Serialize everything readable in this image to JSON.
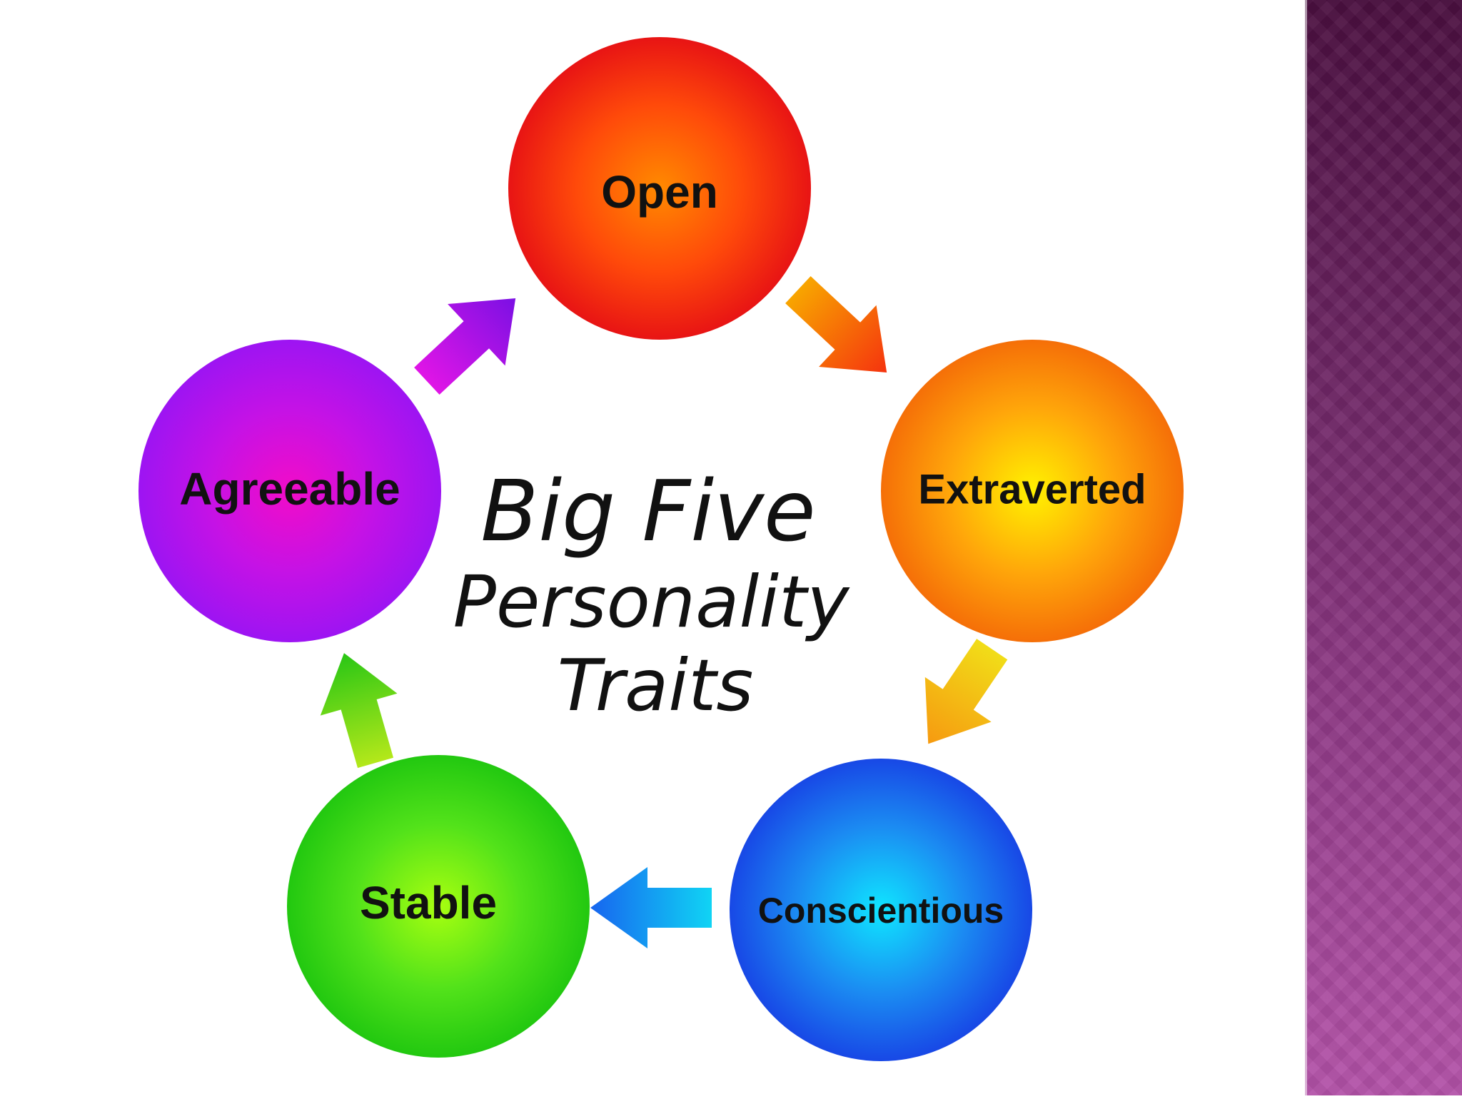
{
  "diagram": {
    "title_lines": [
      "Big Five",
      "Personality",
      "Traits"
    ],
    "traits": [
      {
        "key": "open",
        "label": "Open",
        "color": "#f22a14"
      },
      {
        "key": "extraverted",
        "label": "Extraverted",
        "color": "#fb8a12"
      },
      {
        "key": "conscientious",
        "label": "Conscientious",
        "color": "#1a63ef"
      },
      {
        "key": "stable",
        "label": "Stable",
        "color": "#2fd116"
      },
      {
        "key": "agreeable",
        "label": "Agreeable",
        "color": "#a914ef"
      }
    ],
    "cycle_order": [
      "Open",
      "Extraverted",
      "Conscientious",
      "Stable",
      "Agreeable"
    ]
  },
  "side_panel": {
    "colors": [
      "#4a0f3f",
      "#b352a8"
    ]
  }
}
